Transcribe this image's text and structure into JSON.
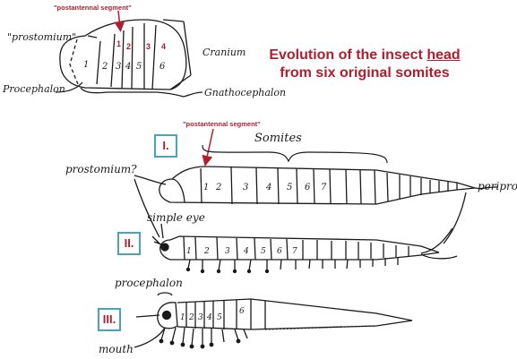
{
  "title": {
    "line1_prefix": "Evolution of the insect ",
    "line1_emphasis": "head",
    "line2": "from six original somites"
  },
  "head_diagram": {
    "postantennal_label": "\"postantennal segment\"",
    "prostomium_label": "\"prostomium\"",
    "cranium_label": "Cranium",
    "procephalon_label": "Procephalon",
    "gnathocephalon_label": "Gnathocephalon",
    "segment_numbers": [
      "1",
      "2",
      "3",
      "4",
      "5",
      "6"
    ],
    "red_numbers": [
      "1",
      "2",
      "3",
      "4"
    ]
  },
  "stage_I": {
    "box_label": "I.",
    "postantennal_label": "\"postantennal segment\"",
    "somites_label": "Somites",
    "prostomium_label": "prostomium?",
    "periproct_label": "periproct",
    "segment_numbers": [
      "1",
      "2",
      "3",
      "4",
      "5",
      "6",
      "7"
    ]
  },
  "stage_II": {
    "box_label": "II.",
    "simple_eye_label": "simple eye",
    "segment_numbers": [
      "1",
      "2",
      "3",
      "4",
      "5",
      "6",
      "7"
    ]
  },
  "stage_III": {
    "box_label": "III.",
    "procephalon_label": "procephalon",
    "mouth_label": "mouth",
    "segment_numbers": [
      "1",
      "2",
      "3",
      "4",
      "5",
      "6"
    ]
  },
  "colors": {
    "title_red": "#b01e2e",
    "box_border": "#4aa4b8",
    "ink": "#1a1a1a"
  }
}
